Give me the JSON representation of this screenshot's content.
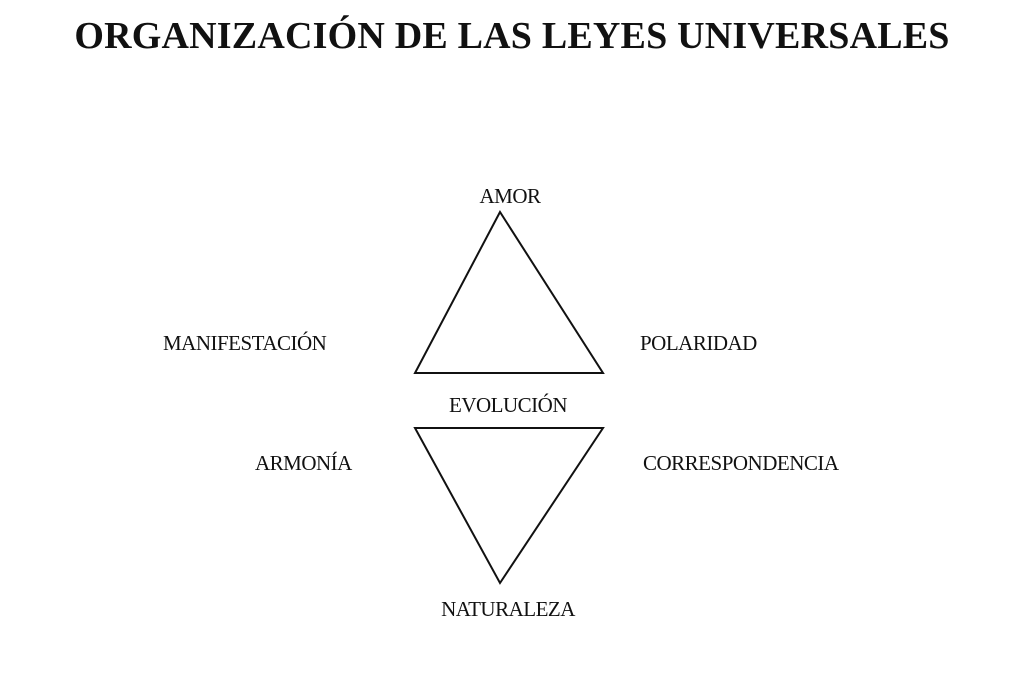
{
  "title": "ORGANIZACIÓN DE LAS LEYES UNIVERSALES",
  "labels": {
    "top": "AMOR",
    "upper_left": "MANIFESTACIÓN",
    "upper_right": "POLARIDAD",
    "center": "EVOLUCIÓN",
    "lower_left": "ARMONÍA",
    "lower_right": "CORRESPONDENCIA",
    "bottom": "NATURALEZA"
  }
}
